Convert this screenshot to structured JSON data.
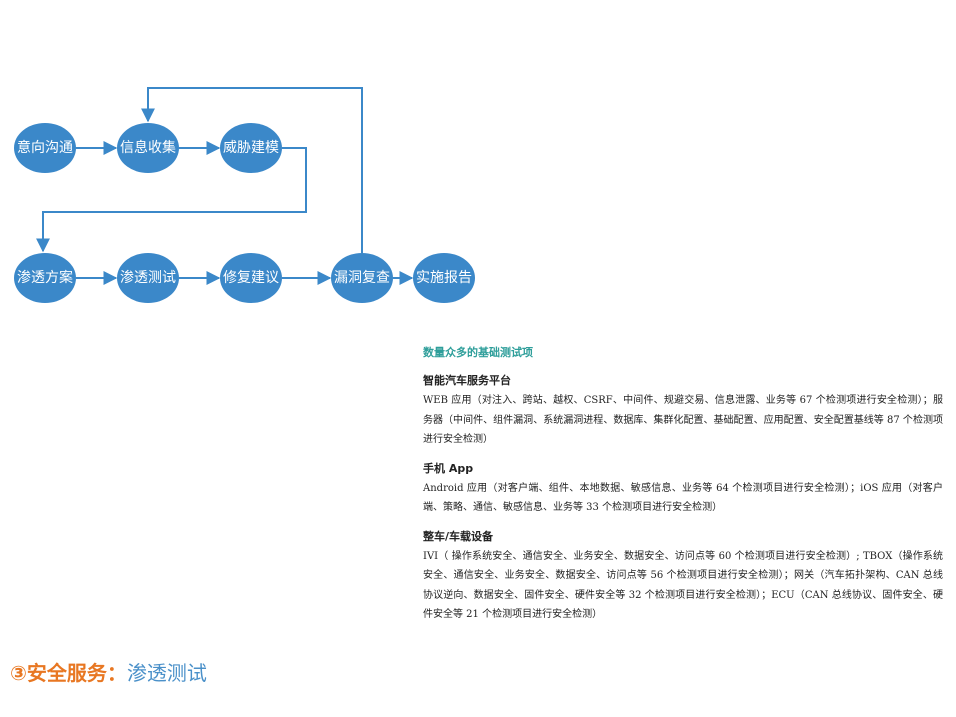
{
  "diagram": {
    "node_color": "#3b88c9",
    "row1": [
      "意向沟通",
      "信息收集",
      "威胁建模"
    ],
    "row2": [
      "渗透方案",
      "渗透测试",
      "修复建议",
      "漏洞复查",
      "实施报告"
    ]
  },
  "panel": {
    "heading": "数量众多的基础测试项",
    "heading_color": "#2e9e9a",
    "sections": [
      {
        "title": "智能汽车服务平台",
        "body": "WEB 应用（对注入、跨站、越权、CSRF、中间件、规避交易、信息泄露、业务等 67 个检测项进行安全检测）；服务器（中间件、组件漏洞、系统漏洞进程、数据库、集群化配置、基础配置、应用配置、安全配置基线等 87 个检测项进行安全检测）"
      },
      {
        "title": "手机 App",
        "body": "Android 应用（对客户端、组件、本地数据、敏感信息、业务等 64 个检测项目进行安全检测）；iOS 应用（对客户端、策略、通信、敏感信息、业务等 33 个检测项目进行安全检测）"
      },
      {
        "title": "整车/车载设备",
        "body": "IVI（ 操作系统安全、通信安全、业务安全、数据安全、访问点等 60 个检测项目进行安全检测）; TBOX（操作系统安全、通信安全、业务安全、数据安全、访问点等 56 个检测项目进行安全检测）；网关（汽车拓扑架构、CAN 总线协议逆向、数据安全、固件安全、硬件安全等 32 个检测项目进行安全检测）；ECU（CAN 总线协议、固件安全、硬件安全等 21 个检测项目进行安全检测）"
      }
    ]
  },
  "footer": {
    "prefix": "③安全服务：",
    "title": "渗透测试",
    "prefix_color": "#e87722",
    "title_color": "#4a90c9"
  }
}
